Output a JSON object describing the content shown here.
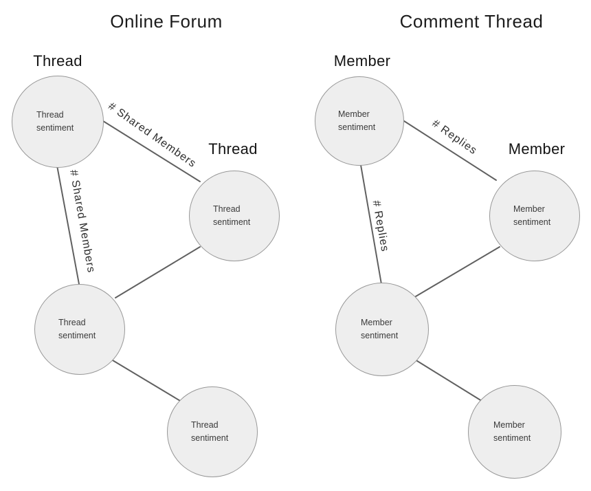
{
  "colors": {
    "node_fill": "#eeeeee",
    "node_stroke": "#979797",
    "edge_line": "#606060",
    "text": "#1c1c1c"
  },
  "left_diagram": {
    "title": "Online Forum",
    "nodes": [
      {
        "id": "top-left",
        "type_label": "Thread",
        "text": "Thread sentiment"
      },
      {
        "id": "right",
        "type_label": "Thread",
        "text": "Thread sentiment"
      },
      {
        "id": "bottom-left",
        "text": "Thread sentiment"
      },
      {
        "id": "bottom-right",
        "text": "Thread sentiment"
      }
    ],
    "edges": [
      {
        "from": "top-left",
        "to": "right",
        "label": "# Shared Members"
      },
      {
        "from": "top-left",
        "to": "bottom-left",
        "label": "# Shared Members"
      },
      {
        "from": "bottom-left",
        "to": "right",
        "label": ""
      },
      {
        "from": "bottom-left",
        "to": "bottom-right",
        "label": ""
      }
    ]
  },
  "right_diagram": {
    "title": "Comment Thread",
    "nodes": [
      {
        "id": "top-left",
        "type_label": "Member",
        "text": "Member sentiment"
      },
      {
        "id": "right",
        "type_label": "Member",
        "text": "Member sentiment"
      },
      {
        "id": "bottom-left",
        "text": "Member sentiment"
      },
      {
        "id": "bottom-right",
        "text": "Member sentiment"
      }
    ],
    "edges": [
      {
        "from": "top-left",
        "to": "right",
        "label": "# Replies"
      },
      {
        "from": "top-left",
        "to": "bottom-left",
        "label": "# Replies"
      },
      {
        "from": "bottom-left",
        "to": "right",
        "label": ""
      },
      {
        "from": "bottom-left",
        "to": "bottom-right",
        "label": ""
      }
    ]
  }
}
